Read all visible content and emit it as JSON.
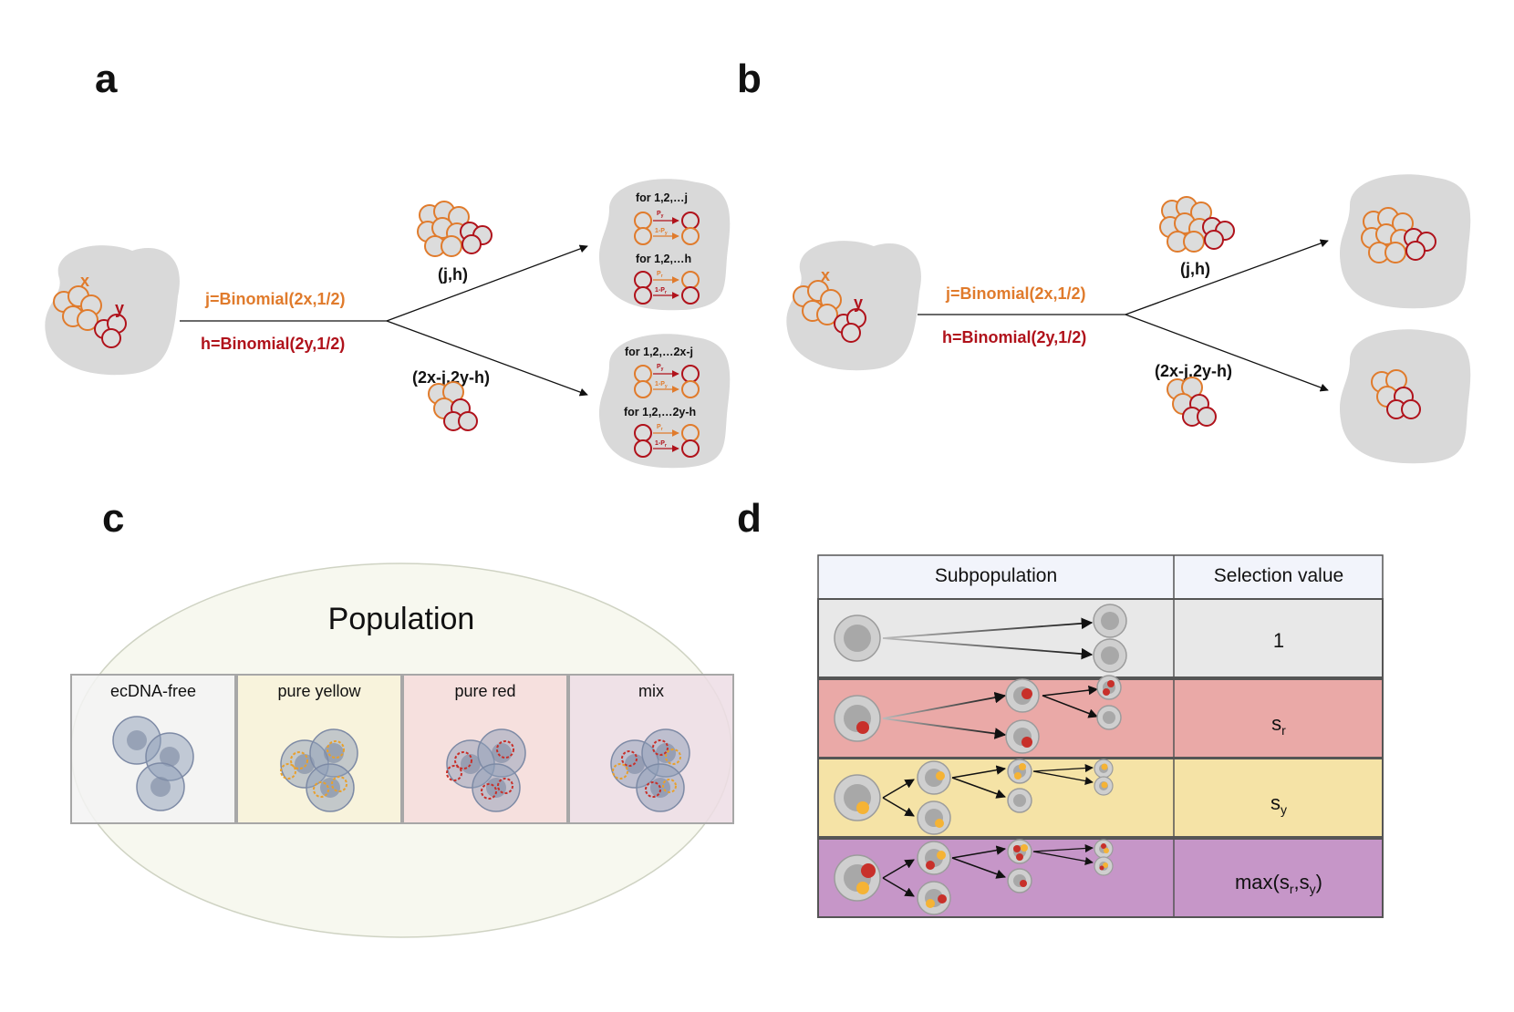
{
  "colors": {
    "orange": "#e07b2c",
    "red": "#b0121b",
    "cell_gray": "#d9d9d9",
    "inner_gray": "#c8c8c8",
    "yellow_dot": "#f5b335",
    "red_dot": "#c8302a",
    "row_gray": "#e8e8e8",
    "row_red": "#eaa9a7",
    "row_yellow": "#f5e3a6",
    "row_purple": "#c696c8",
    "header_bg": "#f2f4fb"
  },
  "panels": {
    "a": {
      "letter": "a",
      "parent_x": "x",
      "parent_y": "y",
      "eq_j": "j=Binomial(2x,1/2)",
      "eq_h": "h=Binomial(2y,1/2)",
      "upper_tuple": "(j,h)",
      "lower_tuple": "(2x-j,2y-h)",
      "upper_for_1": "for 1,2,…j",
      "upper_for_2": "for 1,2,…h",
      "lower_for_1": "for 1,2,…2x-j",
      "lower_for_2": "for 1,2,…2y-h",
      "p_y": "P",
      "p_y_sub": "y",
      "one_minus_p_y": "1-P",
      "one_minus_p_y_sub": "y",
      "p_r": "P",
      "p_r_sub": "r",
      "one_minus_p_r": "1-P",
      "one_minus_p_r_sub": "r"
    },
    "b": {
      "letter": "b",
      "parent_x": "x",
      "parent_y": "y",
      "eq_j": "j=Binomial(2x,1/2)",
      "eq_h": "h=Binomial(2y,1/2)",
      "upper_tuple": "(j,h)",
      "lower_tuple": "(2x-j,2y-h)"
    },
    "c": {
      "letter": "c",
      "title": "Population",
      "boxes": [
        {
          "label": "ecDNA-free",
          "bg": "#f3f3f3"
        },
        {
          "label": "pure yellow",
          "bg": "#f8f2d8"
        },
        {
          "label": "pure red",
          "bg": "#f6dcda"
        },
        {
          "label": "mix",
          "bg": "#eddde5"
        }
      ]
    },
    "d": {
      "letter": "d",
      "header": [
        "Subpopulation",
        "Selection value"
      ],
      "rows": [
        {
          "value": "1",
          "value_sub": "",
          "value_suffix": ""
        },
        {
          "value": "s",
          "value_sub": "r",
          "value_suffix": ""
        },
        {
          "value": "s",
          "value_sub": "y",
          "value_suffix": ""
        },
        {
          "value": "max(s",
          "value_sub": "r",
          "value_mid": ",s",
          "value_sub2": "y",
          "value_suffix": ")"
        }
      ]
    }
  }
}
